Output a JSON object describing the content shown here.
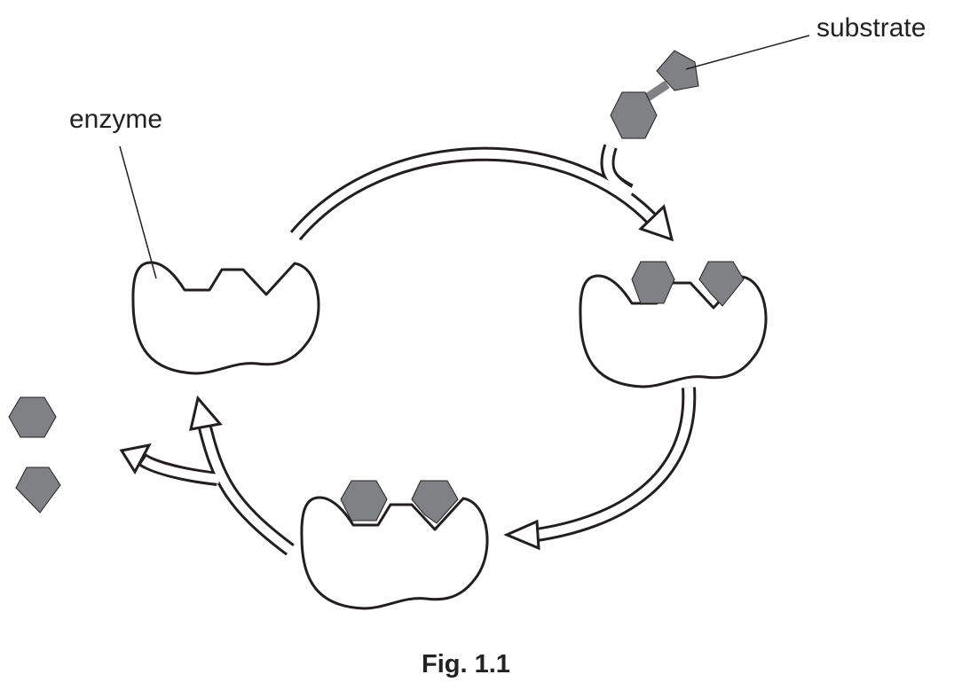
{
  "labels": {
    "substrate": "substrate",
    "enzyme": "enzyme"
  },
  "caption": "Fig. 1.1",
  "colors": {
    "molecule": "#808184",
    "outline": "#231f20"
  }
}
